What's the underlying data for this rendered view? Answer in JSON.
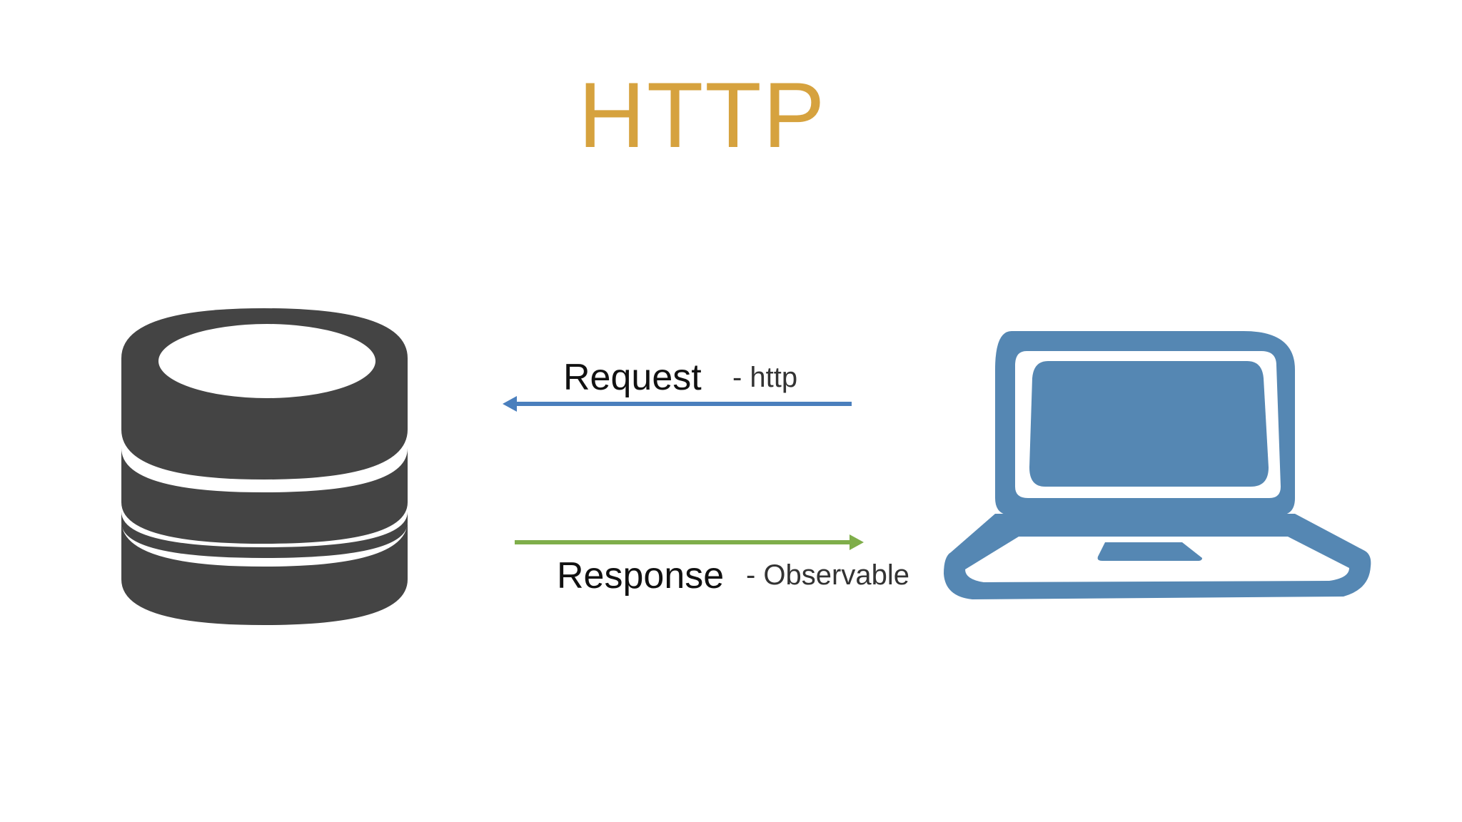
{
  "title": "HTTP",
  "request": {
    "label": "Request",
    "detail": "- http"
  },
  "response": {
    "label": "Response",
    "detail": "- Observable"
  },
  "icons": {
    "server": "database-icon",
    "client": "laptop-icon"
  },
  "colors": {
    "title": "#d6a23e",
    "request_arrow": "#4a7fbd",
    "response_arrow": "#7fae4a",
    "database": "#444444",
    "laptop": "#5587b3"
  }
}
